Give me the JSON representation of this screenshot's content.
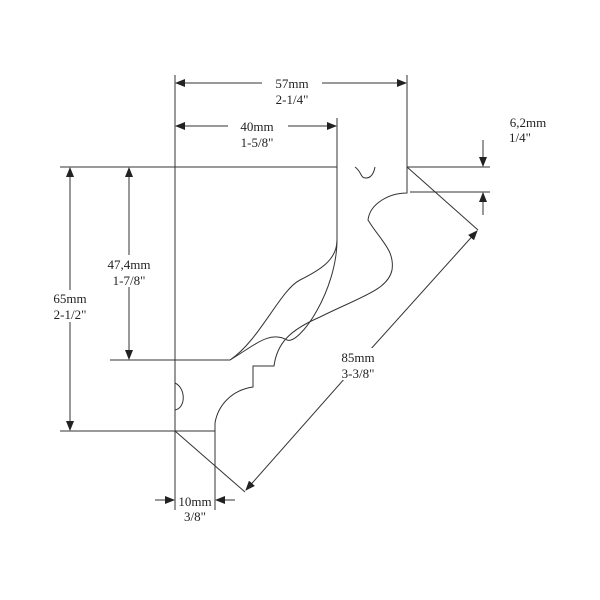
{
  "dimensions": {
    "overall_width": {
      "metric": "57mm",
      "imperial": "2-1/4\""
    },
    "wall_projection": {
      "metric": "40mm",
      "imperial": "1-5/8\""
    },
    "top_offset": {
      "metric": "6,2mm",
      "imperial": "1/4\""
    },
    "overall_height": {
      "metric": "65mm",
      "imperial": "2-1/2\""
    },
    "ceiling_drop": {
      "metric": "47,4mm",
      "imperial": "1-7/8\""
    },
    "face_width": {
      "metric": "85mm",
      "imperial": "3-3/8\""
    },
    "bottom_offset": {
      "metric": "10mm",
      "imperial": "3/8\""
    }
  },
  "colors": {
    "line": "#333333",
    "background": "#ffffff"
  }
}
